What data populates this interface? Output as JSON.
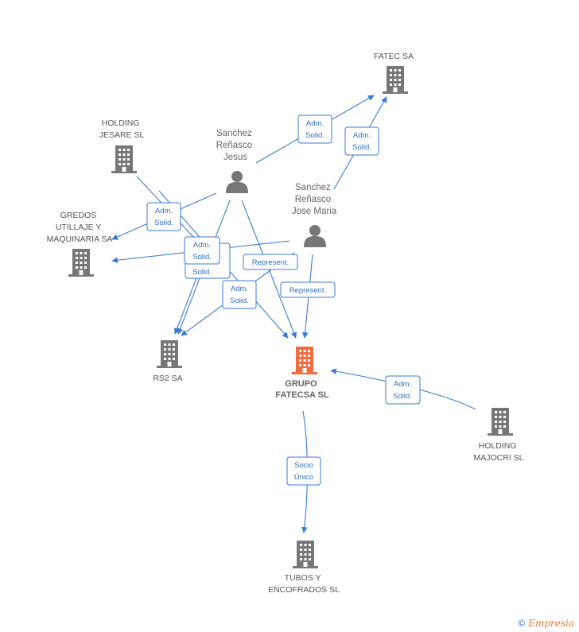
{
  "nodes": {
    "fatec": {
      "lines": [
        "FATEC SA"
      ],
      "color": "#777777"
    },
    "holding_jesare": {
      "lines": [
        "HOLDING",
        "JESARE SL"
      ],
      "color": "#777777"
    },
    "gredos": {
      "lines": [
        "GREDOS",
        "UTILLAJE Y",
        "MAQUINARIA SA"
      ],
      "color": "#777777"
    },
    "rs2": {
      "lines": [
        "RS2 SA"
      ],
      "color": "#777777"
    },
    "grupo": {
      "lines": [
        "GRUPO",
        "FATECSA SL"
      ],
      "color": "#f26a3d"
    },
    "holding_majocri": {
      "lines": [
        "HOLDING",
        "MAJOCRI SL"
      ],
      "color": "#777777"
    },
    "tubos": {
      "lines": [
        "TUBOS Y",
        "ENCOFRADOS SL"
      ],
      "color": "#777777"
    }
  },
  "persons": {
    "jesus": {
      "lines": [
        "Sanchez",
        "Reñasco",
        "Jesus"
      ]
    },
    "jose_maria": {
      "lines": [
        "Sanchez",
        "Reñasco",
        "Jose Maria"
      ]
    }
  },
  "relations": {
    "r1": [
      "Adm.",
      "Solid."
    ],
    "r2": [
      "Adm.",
      "Solid."
    ],
    "r3": [
      "Adm.",
      "Solid."
    ],
    "r4": [
      "Adm.",
      "Solid."
    ],
    "r5": [
      "Solid."
    ],
    "r6": [
      "Adm.",
      "Solid."
    ],
    "r7": [
      "Represent."
    ],
    "r8": [
      "Represent."
    ],
    "r9": [
      "Adm.",
      "Solid."
    ],
    "r10": [
      "Socio",
      "Único"
    ]
  },
  "footer": {
    "copyright": "©",
    "brand": "Empresia"
  },
  "colors": {
    "edge": "#3a7bd5",
    "building": "#777777",
    "main_building": "#f26a3d",
    "person": "#777777"
  }
}
